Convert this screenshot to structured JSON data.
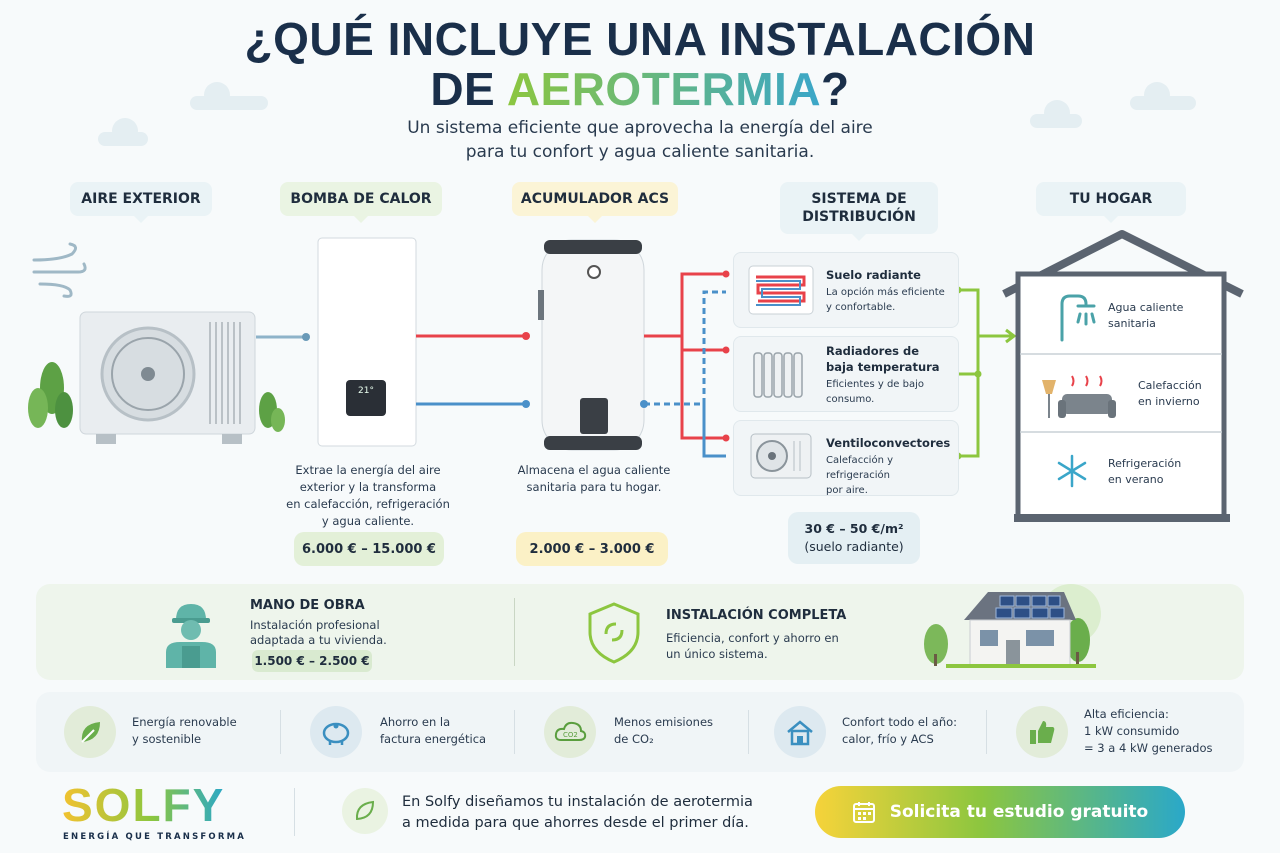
{
  "header": {
    "title_line1": "¿QUÉ INCLUYE UNA INSTALACIÓN",
    "title_line2_prefix": "DE ",
    "title_line2_highlight": "AEROTERMIA",
    "title_line2_suffix": "?",
    "subtitle_line1": "Un sistema eficiente que aprovecha la energía del aire",
    "subtitle_line2": "para tu confort y agua caliente sanitaria."
  },
  "stages": {
    "aire": {
      "label": "AIRE EXTERIOR"
    },
    "bomba": {
      "label": "BOMBA DE CALOR",
      "display": "21°",
      "desc_lines": [
        "Extrae la energía del aire",
        "exterior y la transforma",
        "en calefacción, refrigeración",
        "y agua caliente."
      ],
      "price": "6.000 € – 15.000 €"
    },
    "acumulador": {
      "label": "ACUMULADOR ACS",
      "desc_lines": [
        "Almacena el agua caliente",
        "sanitaria para tu hogar."
      ],
      "price": "2.000 € – 3.000 €"
    },
    "distribucion": {
      "label_line1": "SISTEMA DE",
      "label_line2": "DISTRIBUCIÓN",
      "items": [
        {
          "title_lines": [
            "Suelo radiante"
          ],
          "desc_lines": [
            "La opción más eficiente",
            "y confortable."
          ]
        },
        {
          "title_lines": [
            "Radiadores de",
            "baja temperatura"
          ],
          "desc_lines": [
            "Eficientes y de bajo",
            "consumo."
          ]
        },
        {
          "title_lines": [
            "Ventiloconvectores"
          ],
          "desc_lines": [
            "Calefacción y refrigeración",
            "por aire."
          ]
        }
      ],
      "price_line1": "30 € – 50 €/m²",
      "price_line2": "(suelo radiante)"
    },
    "hogar": {
      "label": "TU HOGAR",
      "rooms": [
        {
          "lines": [
            "Agua caliente",
            "sanitaria"
          ]
        },
        {
          "lines": [
            "Calefacción",
            "en invierno"
          ]
        },
        {
          "lines": [
            "Refrigeración",
            "en verano"
          ]
        }
      ]
    }
  },
  "labor": {
    "title": "MANO DE OBRA",
    "desc_lines": [
      "Instalación profesional",
      "adaptada a tu vivienda."
    ],
    "price": "1.500 € – 2.500 €"
  },
  "complete": {
    "title": "INSTALACIÓN COMPLETA",
    "desc_lines": [
      "Eficiencia, confort y ahorro en",
      "un único sistema."
    ]
  },
  "benefits": [
    {
      "icon": "leaf-icon",
      "lines": [
        "Energía renovable",
        "y sostenible"
      ]
    },
    {
      "icon": "piggy-bank-icon",
      "lines": [
        "Ahorro en la",
        "factura energética"
      ]
    },
    {
      "icon": "co2-cloud-icon",
      "lines": [
        "Menos emisiones",
        "de CO₂"
      ]
    },
    {
      "icon": "house-icon",
      "lines": [
        "Confort todo el año:",
        "calor, frío y ACS"
      ]
    },
    {
      "icon": "thumbs-up-icon",
      "lines": [
        "Alta eficiencia:",
        "1 kW consumido",
        "= 3 a 4 kW generados"
      ]
    }
  ],
  "footer": {
    "brand": "SOLFY",
    "tagline": "ENERGÍA QUE TRANSFORMA",
    "message_line1": "En Solfy diseñamos tu instalación de aerotermia",
    "message_line2": "a medida para que ahorres desde el primer día.",
    "cta_label": "Solicita tu estudio gratuito"
  },
  "colors": {
    "navy": "#1a2f4a",
    "green": "#8cc63f",
    "blue": "#3aa6c9",
    "hot": "#e8424a",
    "cold": "#4a90c9"
  }
}
